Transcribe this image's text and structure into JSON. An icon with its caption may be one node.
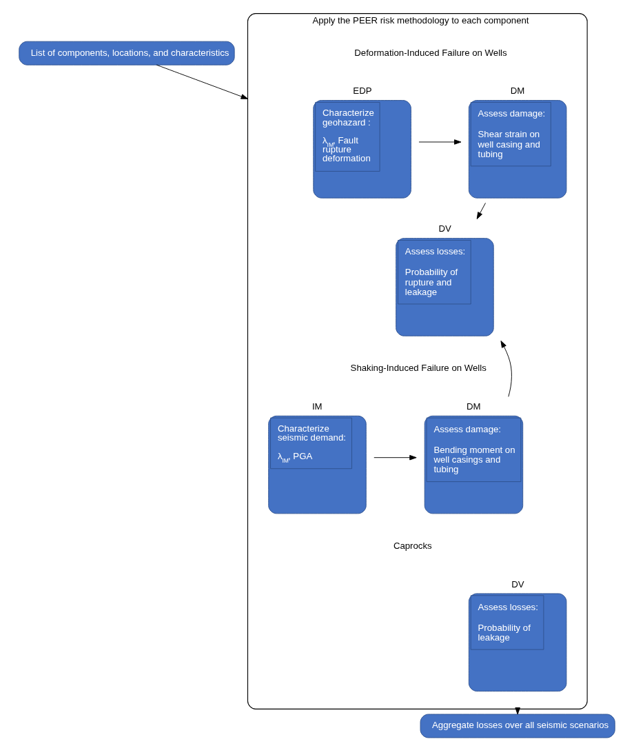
{
  "diagram": {
    "nodes": [
      {
        "text": [
          "List of components, locations, and characteristics"
        ]
      },
      {
        "text": [
          "Apply the PEER risk methodology to each component"
        ]
      },
      {
        "text": [
          "Characterize geohazard :",
          "λ$_{IM}$, Fault rupture deformation"
        ],
        "beside": [
          "EDP"
        ],
        "in": 1
      },
      {
        "text": [
          "Assess damage:",
          "Shear strain on well casing and tubing"
        ],
        "beside": [
          "DM"
        ],
        "in": 1
      },
      {
        "text": [
          "Assess losses:",
          "Probability of rupture and leakage"
        ],
        "beside": [
          "DV"
        ],
        "in": 1
      },
      {
        "text": [
          "Characterize seismic demand:",
          "λ$_{IM}$, PGA"
        ],
        "beside": [
          "IM"
        ],
        "in": 1
      },
      {
        "text": [
          "Assess damage:",
          "Bending moment on well casings and tubing"
        ],
        "beside": [
          "DM"
        ],
        "in": 1
      },
      {
        "text": [
          "Assess losses:",
          "Probability of leakage"
        ],
        "beside": [
          "DV"
        ],
        "in": 1
      },
      {
        "text": [
          "Aggregate losses over all seismic scenarios"
        ]
      }
    ],
    "edges": [
      {
        "from": 0,
        "to": 1,
        "arrow": "to"
      },
      {
        "from": 2,
        "to": 3,
        "arrow": "to"
      },
      {
        "from": 3,
        "to": 4,
        "arrow": "to"
      },
      {
        "from": 5,
        "to": 6,
        "arrow": "to"
      },
      {
        "from": 6,
        "to": 4,
        "arrow": "to"
      },
      {
        "from": 1,
        "to": 8,
        "arrow": "to"
      }
    ],
    "labels": [
      "Deformation-Induced Failure on Wells",
      "Shaking-Induced Failure on Wells",
      "Caprocks"
    ]
  }
}
